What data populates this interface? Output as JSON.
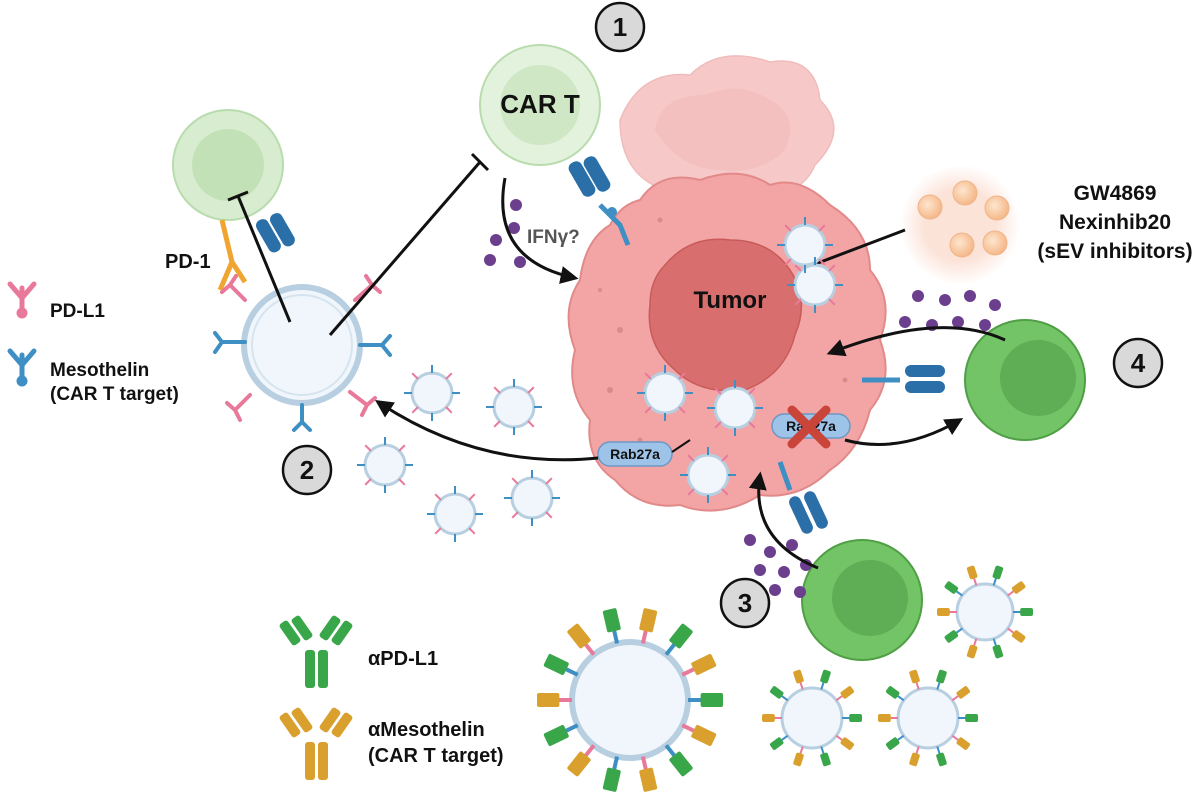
{
  "labels": {
    "car_t": "CAR T",
    "tumor": "Tumor",
    "pd1": "PD-1",
    "ifng": "IFNγ?",
    "rab27a_left": "Rab27a",
    "rab27a_knockout": "Rab27a",
    "inhibitor_line1": "GW4869",
    "inhibitor_line2": "Nexinhib20",
    "inhibitor_line3": "(sEV inhibitors)"
  },
  "steps": [
    "1",
    "2",
    "3",
    "4"
  ],
  "legend_top": [
    {
      "label": "PD-L1",
      "icon": "pd-l1-receptor-icon",
      "color": "#e8799a"
    },
    {
      "label": "Mesothelin",
      "sublabel": "(CAR T target)",
      "icon": "mesothelin-receptor-icon",
      "color": "#3d8fc4"
    }
  ],
  "legend_bottom": [
    {
      "label": "αPD-L1",
      "icon": "anti-pd-l1-antibody-icon",
      "color": "#3aa64a"
    },
    {
      "label": "αMesothelin",
      "sublabel": "(CAR T target)",
      "icon": "anti-mesothelin-antibody-icon",
      "color": "#d9a02e"
    }
  ],
  "colors": {
    "tumor_fill": "#f3a4a4",
    "tumor_nucleus": "#d96e6e",
    "tumor_stroke": "#e28a8a",
    "car_t_light": "#dcefd6",
    "car_t_dark": "#5fbd55",
    "vesicle": "#f0f6fb",
    "vesicle_ring": "#b7cfe0",
    "pd1": "#f0a531",
    "ifng_dot": "#6b3f8e",
    "cross": "#c9453a",
    "inhibitor_dot": "#f7cda8"
  }
}
